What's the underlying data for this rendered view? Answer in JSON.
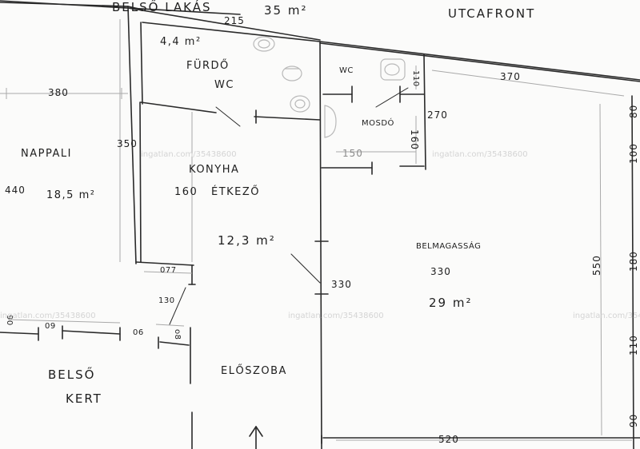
{
  "plan": {
    "header_belso": "BELSŐ LAKÁS",
    "header_area": "35 m²",
    "header_utcafront": "UTCAFRONT",
    "dim_215": "215",
    "dim_380": "380",
    "dim_370": "370",
    "dim_350": "350",
    "dim_270": "270",
    "dim_150": "150",
    "dim_160_mosdo": "160",
    "dim_110_wc": "110",
    "dim_440": "440",
    "dim_330": "330",
    "dim_550": "550",
    "dim_520": "520",
    "dim_130": "130",
    "dim_keep_90": "90",
    "dim_right_80": "80",
    "dim_right_100": "100",
    "dim_right_180": "180",
    "dim_right_110": "110",
    "dim_right_90": "90",
    "dim_small_077": "077",
    "dim_small_09": "09",
    "dim_small_06": "06",
    "dim_small_o8": "o8",
    "rooms": {
      "furdo_area": "4,4 m²",
      "furdo_name": "FÜRDŐ",
      "furdo_wc": "WC",
      "wc_name": "WC",
      "mosdo_name": "MOSDÓ",
      "nappali_name": "NAPPALI",
      "nappali_area": "18,5 m²",
      "konyha_name": "KONYHA",
      "konyha_etkezo": "ÉTKEZŐ",
      "konyha_area": "12,3 m²",
      "belmagassag": "BELMAGASSÁG",
      "belmagassag_val": "330",
      "main_area": "29 m²",
      "eloszoba_name": "ELŐSZOBA",
      "kert_line1": "BELSŐ",
      "kert_line2": "KERT"
    },
    "watermark": "ingatlan.com/35438600"
  }
}
